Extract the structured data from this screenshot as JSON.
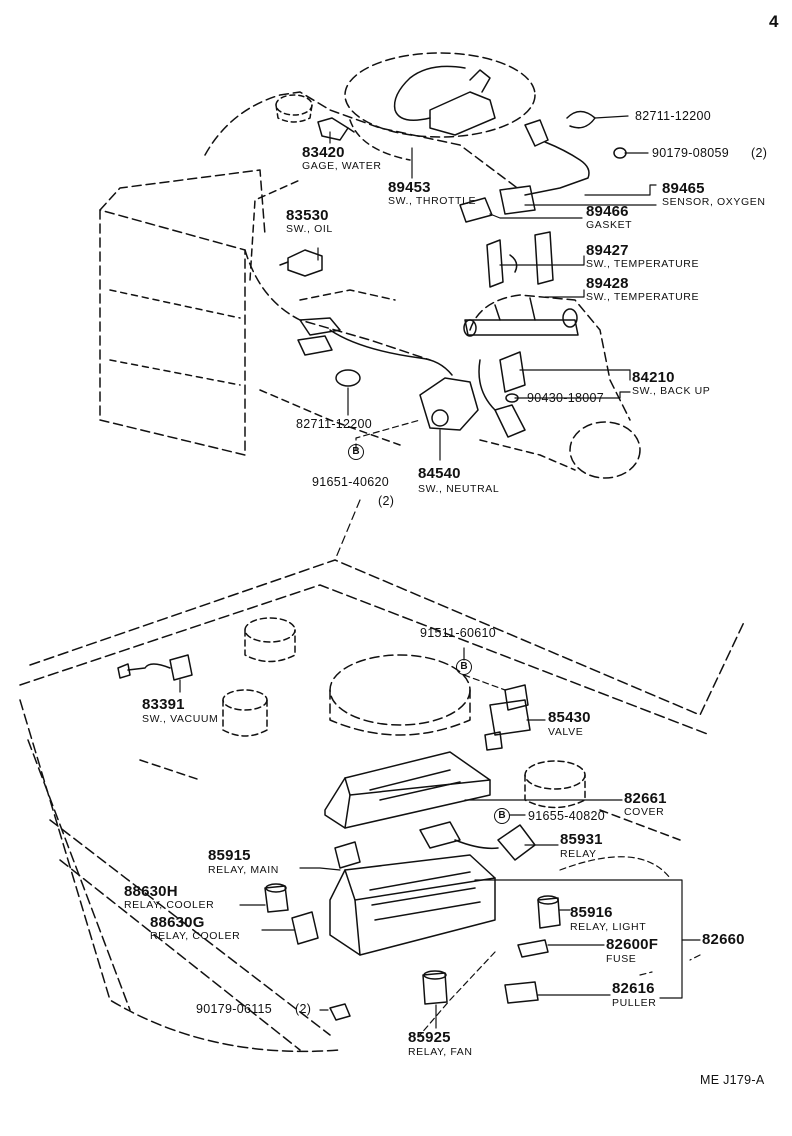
{
  "page_number": "4",
  "footer_code": "ME  J179-A",
  "circled_letter": "B",
  "callouts": {
    "p83420": {
      "number": "83420",
      "desc": "GAGE, WATER"
    },
    "p89453": {
      "number": "89453",
      "desc": "SW., THROTTLE"
    },
    "p82711a": {
      "number": "82711-12200"
    },
    "p90179a": {
      "number": "90179-08059",
      "qty": "(2)"
    },
    "p89465": {
      "number": "89465",
      "desc": "SENSOR, OXYGEN"
    },
    "p89466": {
      "number": "89466",
      "desc": "GASKET"
    },
    "p83530": {
      "number": "83530",
      "desc": "SW., OIL"
    },
    "p89427": {
      "number": "89427",
      "desc": "SW., TEMPERATURE"
    },
    "p89428": {
      "number": "89428",
      "desc": "SW., TEMPERATURE"
    },
    "p84210": {
      "number": "84210",
      "desc": "SW., BACK UP"
    },
    "p90430": {
      "number": "90430-18007"
    },
    "p82711b": {
      "number": "82711-12200"
    },
    "p84540": {
      "number": "84540",
      "desc": "SW., NEUTRAL"
    },
    "p91651": {
      "number": "91651-40620",
      "qty": "(2)"
    },
    "p91511": {
      "number": "91511-60610"
    },
    "p83391": {
      "number": "83391",
      "desc": "SW., VACUUM"
    },
    "p85430": {
      "number": "85430",
      "desc": "VALVE"
    },
    "p82661": {
      "number": "82661",
      "desc": "COVER"
    },
    "p91655": {
      "number": "91655-40820"
    },
    "p85931": {
      "number": "85931",
      "desc": "RELAY"
    },
    "p85915": {
      "number": "85915",
      "desc": "RELAY, MAIN"
    },
    "p88630h": {
      "number": "88630H",
      "desc": "RELAY, COOLER"
    },
    "p88630g": {
      "number": "88630G",
      "desc": "RELAY, COOLER"
    },
    "p85916": {
      "number": "85916",
      "desc": "RELAY, LIGHT"
    },
    "p82600f": {
      "number": "82600F",
      "desc": "FUSE"
    },
    "p82660": {
      "number": "82660"
    },
    "p82616": {
      "number": "82616",
      "desc": "PULLER"
    },
    "p90179b": {
      "number": "90179-06115",
      "qty": "(2)"
    },
    "p85925": {
      "number": "85925",
      "desc": "RELAY, FAN"
    }
  }
}
